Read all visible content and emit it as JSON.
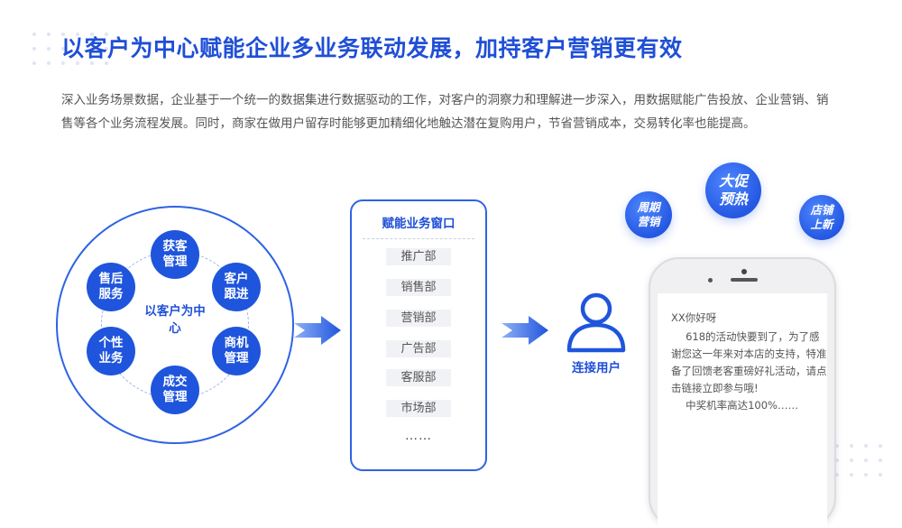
{
  "title": "以客户为中心赋能企业多业务联动发展，加持客户营销更有效",
  "description": "深入业务场景数据，企业基于一个统一的数据集进行数据驱动的工作，对客户的洞察力和理解进一步深入，用数据赋能广告投放、企业营销、销售等各个业务流程发展。同时，商家在做用户留存时能够更加精细化地触达潜在复购用户，节省营销成本，交易转化率也能提高。",
  "cycle": {
    "center": "以客户为中心",
    "nodes": [
      {
        "label": "获客管理"
      },
      {
        "label": "客户跟进"
      },
      {
        "label": "商机管理"
      },
      {
        "label": "成交管理"
      },
      {
        "label": "个性业务"
      },
      {
        "label": "售后服务"
      }
    ]
  },
  "panel": {
    "title": "赋能业务窗口",
    "departments": [
      "推广部",
      "销售部",
      "营销部",
      "广告部",
      "客服部",
      "市场部"
    ],
    "more": "……"
  },
  "user": {
    "label": "连接用户"
  },
  "bubbles": {
    "main": "大促预热",
    "left": "周期营销",
    "right": "店铺上新"
  },
  "phone_message": {
    "greeting": "XX你好呀",
    "body": "618的活动快要到了，为了感谢您这一年来对本店的支持，特准备了回馈老客重磅好礼活动，请点击链接立即参与哦!",
    "footer": "中奖机率高达100%……"
  },
  "colors": {
    "brand": "#1f55dd",
    "title": "#1f4fd6"
  }
}
